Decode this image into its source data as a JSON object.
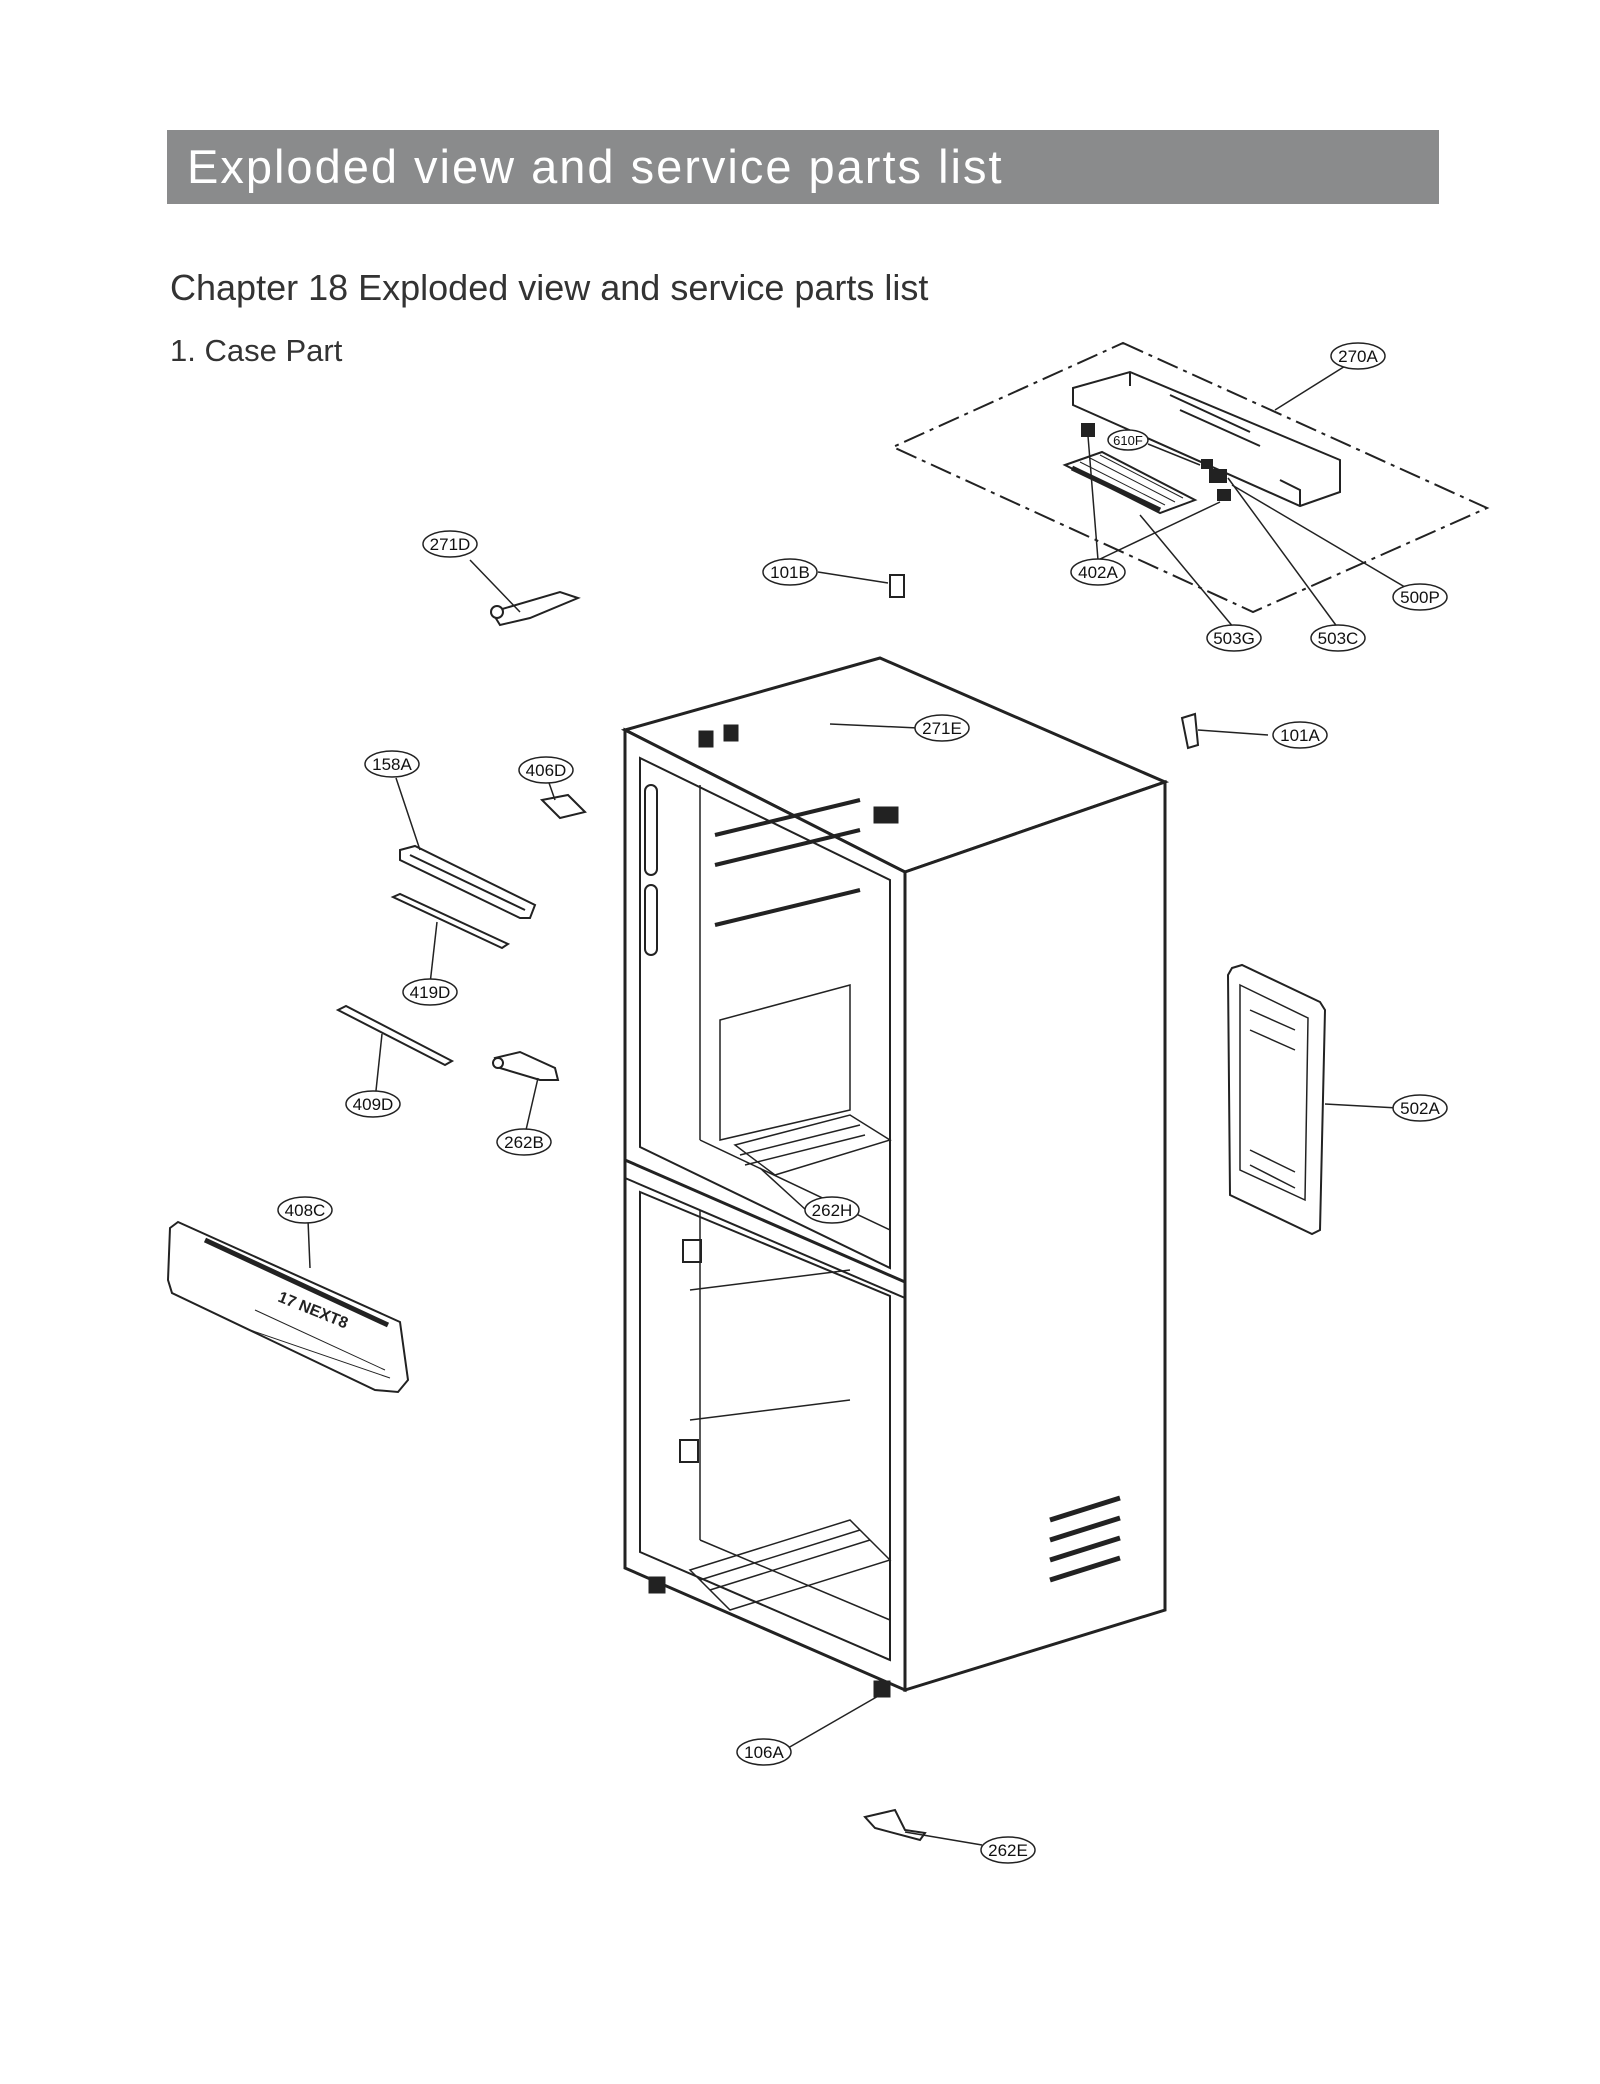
{
  "header": {
    "banner_title": "Exploded view and service parts list"
  },
  "chapter_title": "Chapter 18 Exploded view and service parts list",
  "section_title": "1. Case Part",
  "product_marking": "17 NEXT8",
  "callouts": [
    {
      "id": "c-270A",
      "label": "270A"
    },
    {
      "id": "c-610F",
      "label": "610F"
    },
    {
      "id": "c-402A",
      "label": "402A"
    },
    {
      "id": "c-500P",
      "label": "500P"
    },
    {
      "id": "c-503G",
      "label": "503G"
    },
    {
      "id": "c-503C",
      "label": "503C"
    },
    {
      "id": "c-271D",
      "label": "271D"
    },
    {
      "id": "c-101B",
      "label": "101B"
    },
    {
      "id": "c-271E",
      "label": "271E"
    },
    {
      "id": "c-101A",
      "label": "101A"
    },
    {
      "id": "c-158A",
      "label": "158A"
    },
    {
      "id": "c-406D",
      "label": "406D"
    },
    {
      "id": "c-419D",
      "label": "419D"
    },
    {
      "id": "c-409D",
      "label": "409D"
    },
    {
      "id": "c-262B",
      "label": "262B"
    },
    {
      "id": "c-262H",
      "label": "262H"
    },
    {
      "id": "c-502A",
      "label": "502A"
    },
    {
      "id": "c-408C",
      "label": "408C"
    },
    {
      "id": "c-106A",
      "label": "106A"
    },
    {
      "id": "c-262E",
      "label": "262E"
    }
  ]
}
